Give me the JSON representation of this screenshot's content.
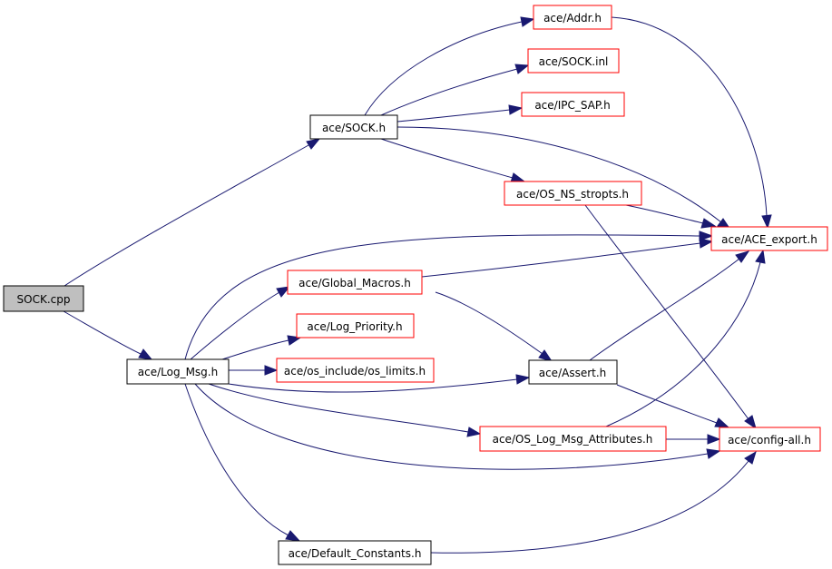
{
  "colors": {
    "edge": "#191970",
    "border_black": "#000000",
    "border_red": "#ff0000",
    "root_fill": "#bfbfbf",
    "node_fill": "#ffffff"
  },
  "nodes": {
    "sock_cpp": "SOCK.cpp",
    "sock_h": "ace/SOCK.h",
    "log_msg_h": "ace/Log_Msg.h",
    "addr_h": "ace/Addr.h",
    "sock_inl": "ace/SOCK.inl",
    "ipc_sap_h": "ace/IPC_SAP.h",
    "os_ns_stropts_h": "ace/OS_NS_stropts.h",
    "ace_export_h": "ace/ACE_export.h",
    "global_macros_h": "ace/Global_Macros.h",
    "log_priority_h": "ace/Log_Priority.h",
    "os_limits_h": "ace/os_include/os_limits.h",
    "assert_h": "ace/Assert.h",
    "os_log_msg_attributes_h": "ace/OS_Log_Msg_Attributes.h",
    "config_all_h": "ace/config-all.h",
    "default_constants_h": "ace/Default_Constants.h"
  }
}
